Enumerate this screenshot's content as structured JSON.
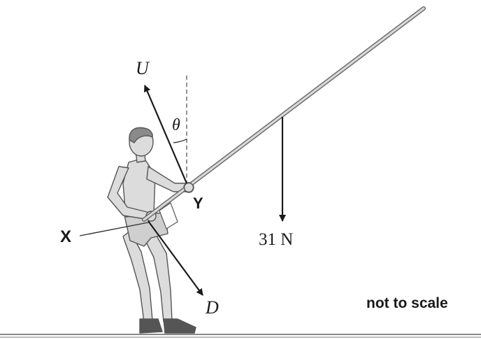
{
  "diagram": {
    "labels": {
      "force_u": "U",
      "force_d": "D",
      "angle": "θ",
      "point_x": "X",
      "point_y": "Y",
      "weight": "31 N",
      "note": "not to scale"
    },
    "colors": {
      "ink": "#1a1a1a",
      "pole_fill": "#cfcfcf",
      "figure_fill": "#dcdcdc",
      "figure_stroke": "#555555",
      "shoe": "#555555",
      "ground": "#888888"
    }
  }
}
